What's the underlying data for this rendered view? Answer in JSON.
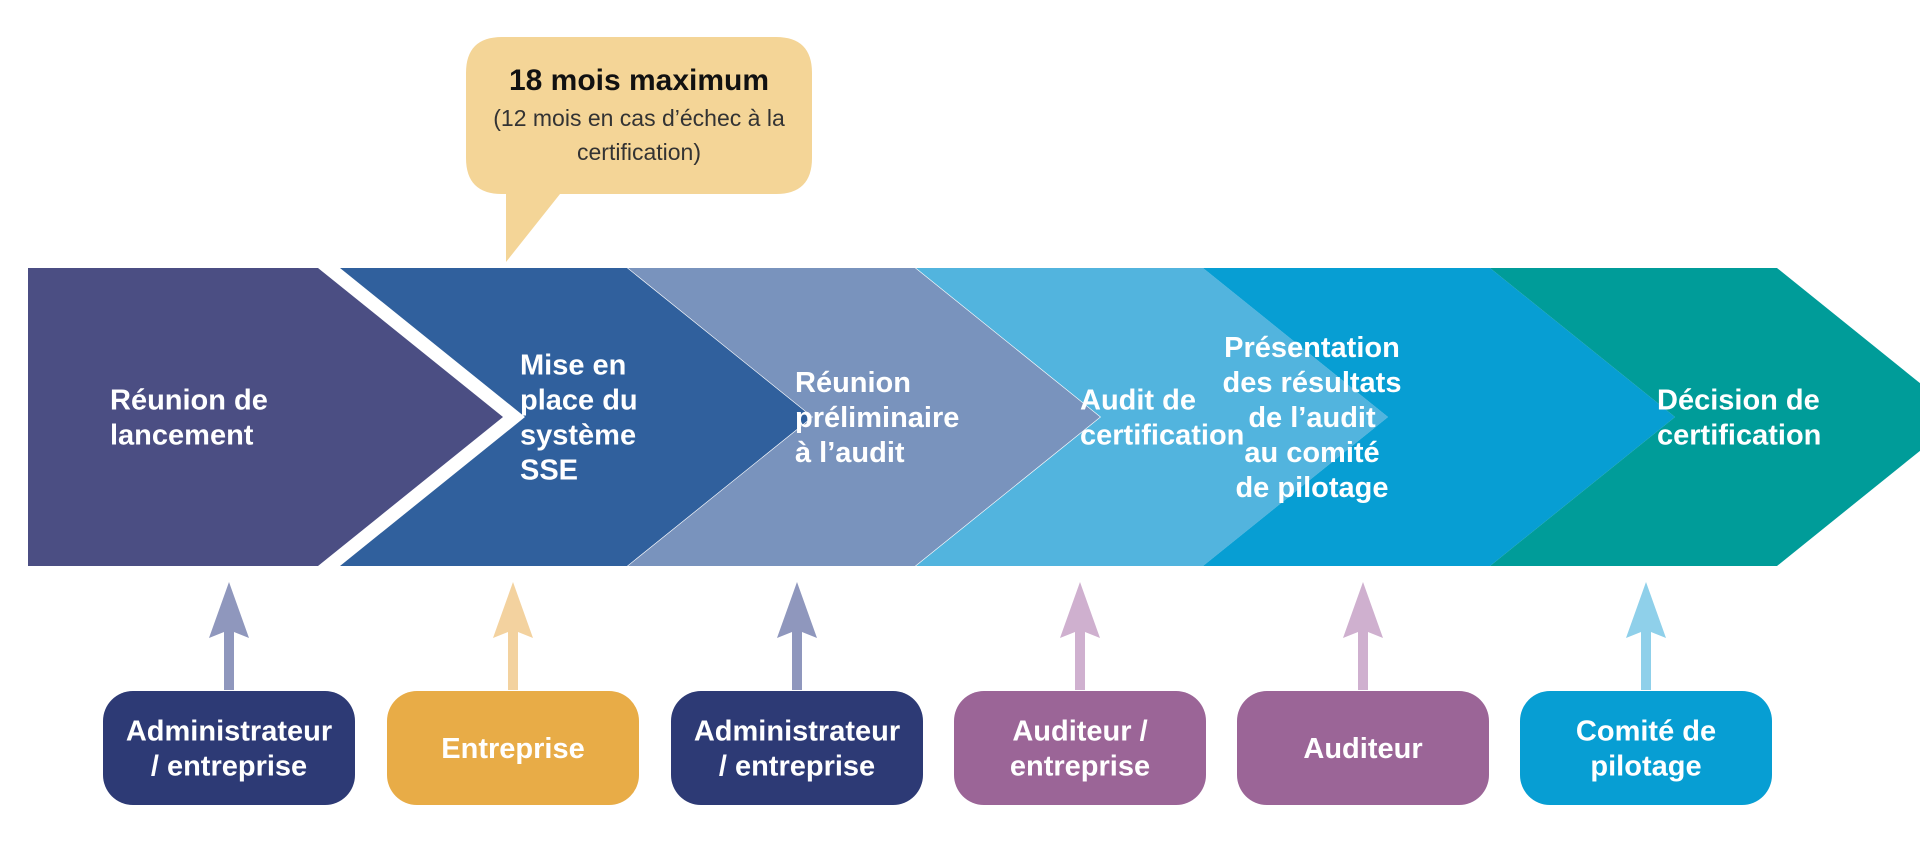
{
  "callout": {
    "title": "18 mois maximum",
    "subtitle": [
      "(12 mois en cas d’échec à la",
      "certification)"
    ],
    "color": "#f4d597"
  },
  "steps": [
    {
      "lines": [
        "Réunion de",
        "lancement"
      ],
      "color": "#4b4e83"
    },
    {
      "lines": [
        "Mise en",
        "place du",
        "système",
        "SSE"
      ],
      "color": "#30609d"
    },
    {
      "lines": [
        "Réunion",
        "préliminaire",
        "à l’audit"
      ],
      "color": "#7993bd"
    },
    {
      "lines": [
        "Audit de",
        "certification"
      ],
      "color": "#52b4de"
    },
    {
      "lines": [
        "Présentation",
        "des résultats",
        "de l’audit",
        "au comité",
        "de pilotage"
      ],
      "color": "#079ed3"
    },
    {
      "lines": [
        "Décision de",
        "certification"
      ],
      "color": "#009c99"
    }
  ],
  "actors": [
    {
      "lines": [
        "Administrateur",
        "/ entreprise"
      ],
      "color": "#2d3a75",
      "arrow_color": "#8f97bd"
    },
    {
      "lines": [
        "Entreprise"
      ],
      "color": "#e8ac47",
      "arrow_color": "#f3d29f"
    },
    {
      "lines": [
        "Administrateur",
        "/ entreprise"
      ],
      "color": "#2d3a75",
      "arrow_color": "#8f97bd"
    },
    {
      "lines": [
        "Auditeur /",
        "entreprise"
      ],
      "color": "#9b6597",
      "arrow_color": "#cfb0cf"
    },
    {
      "lines": [
        "Auditeur"
      ],
      "color": "#9b6597",
      "arrow_color": "#cfb0cf"
    },
    {
      "lines": [
        "Comité de",
        "pilotage"
      ],
      "color": "#079ed3",
      "arrow_color": "#8fd0ea"
    }
  ]
}
